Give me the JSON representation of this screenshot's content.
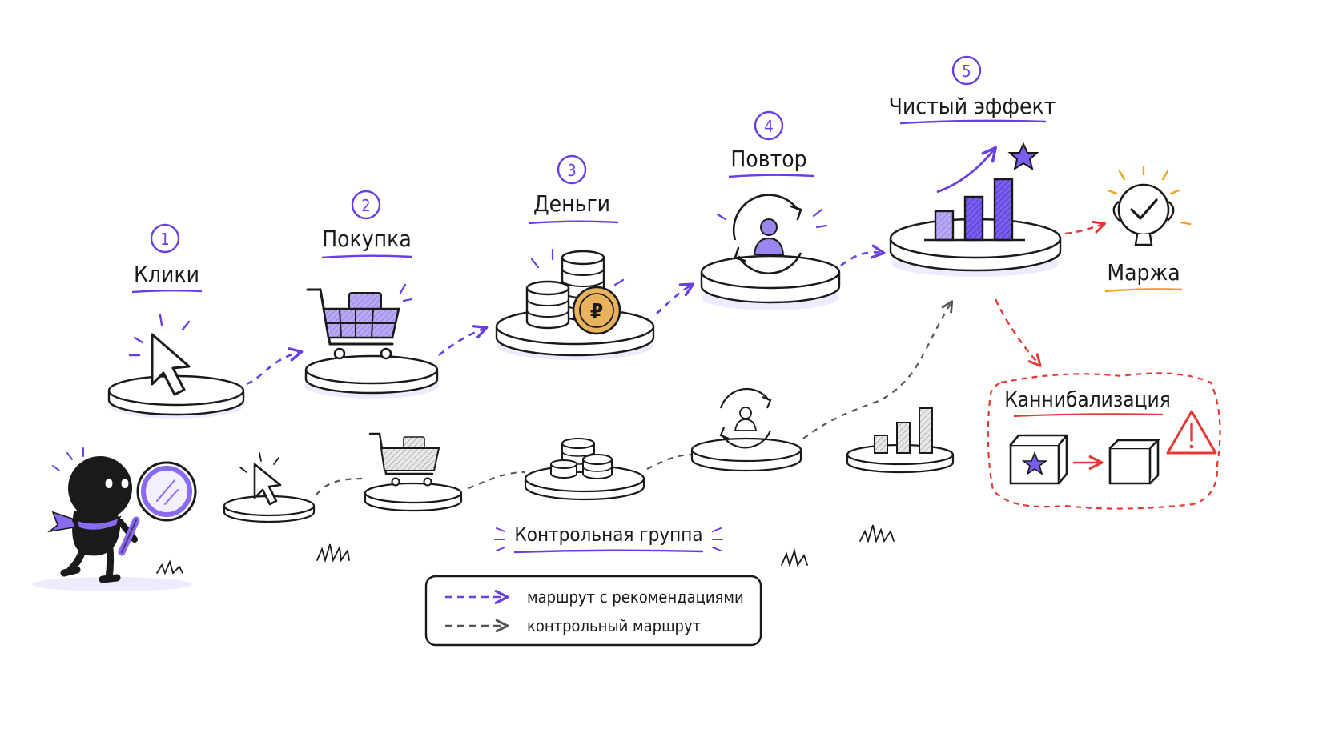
{
  "steps": [
    {
      "number": "1",
      "label": "Клики",
      "icon": "cursor-icon"
    },
    {
      "number": "2",
      "label": "Покупка",
      "icon": "cart-icon"
    },
    {
      "number": "3",
      "label": "Деньги",
      "icon": "coins-icon"
    },
    {
      "number": "4",
      "label": "Повтор",
      "icon": "repeat-user-icon"
    },
    {
      "number": "5",
      "label": "Чистый эффект",
      "icon": "bar-chart-icon"
    }
  ],
  "margin": {
    "label": "Маржа",
    "icon": "trophy-check-icon"
  },
  "cannibalization": {
    "label": "Каннибализация",
    "icon": "warning-icon"
  },
  "control_group": {
    "label": "Контрольная группа"
  },
  "currency_symbol": "₽",
  "legend": {
    "recommended": "маршрут с рекомендациями",
    "control": "контрольный маршрут"
  },
  "colors": {
    "accent": "#6a3ee6",
    "accent_light": "#9b86ef",
    "ink": "#1a1a1a",
    "gray_path": "#555555",
    "alert": "#e53935",
    "orange": "#f2a024",
    "coin": "#e9b25c"
  }
}
